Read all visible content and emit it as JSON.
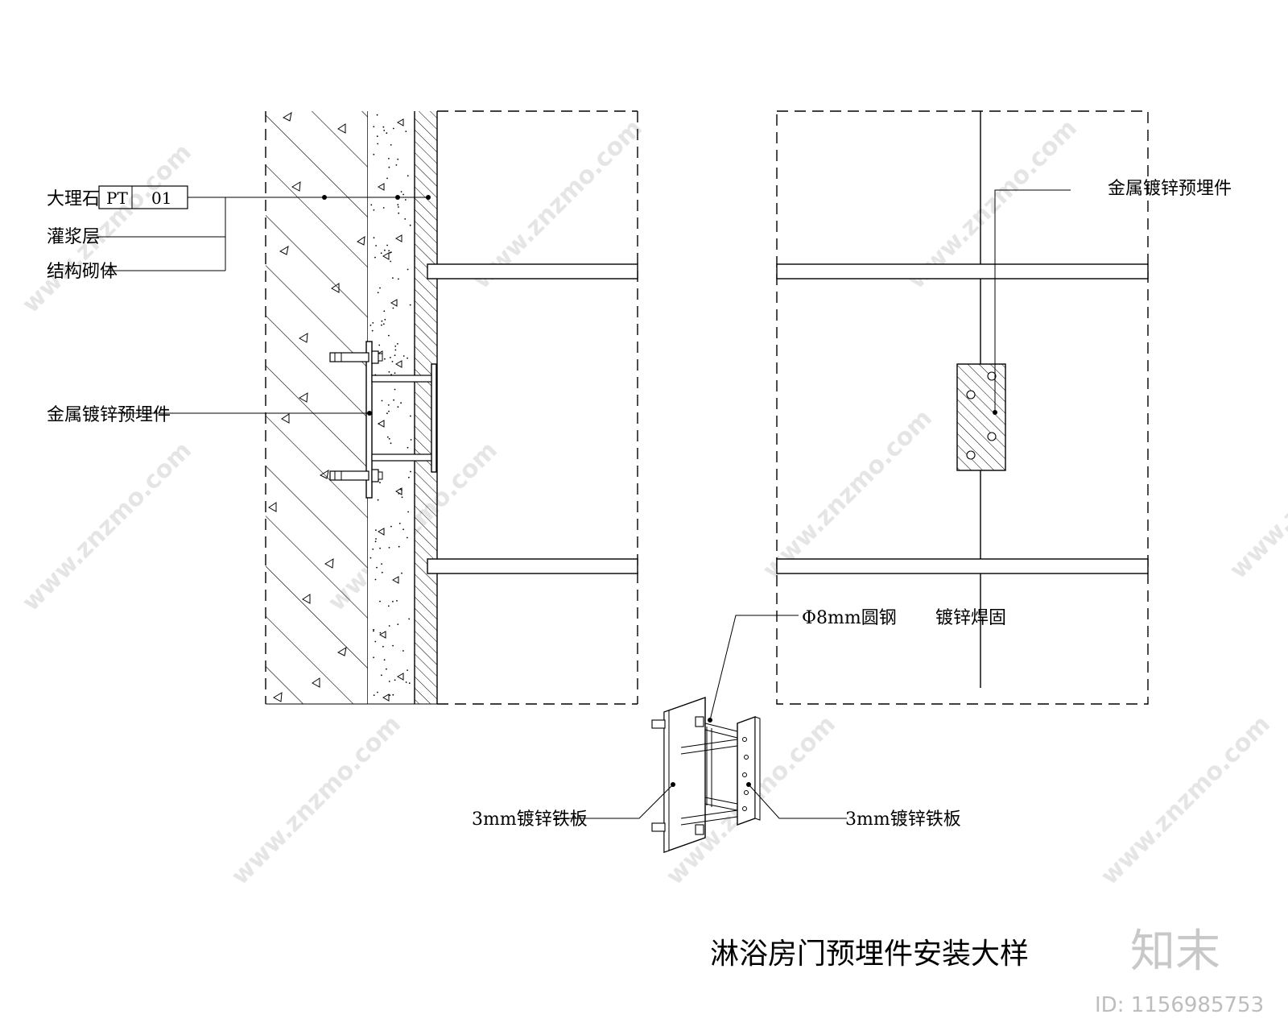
{
  "watermark": {
    "site": "www.znzmo.com"
  },
  "left_section": {
    "callouts": {
      "marble": "大理石",
      "tag_code": "PT",
      "tag_num": "01",
      "grout": "灌浆层",
      "masonry": "结构砌体",
      "embed": "金属镀锌预埋件"
    }
  },
  "right_section": {
    "callouts": {
      "embed": "金属镀锌预埋件",
      "rod": "Φ8mm圆钢",
      "weld": "镀锌焊固"
    }
  },
  "detail_3d": {
    "callouts": {
      "left_plate": "3mm镀锌铁板",
      "right_plate": "3mm镀锌铁板"
    }
  },
  "title": "淋浴房门预埋件安装大样",
  "brand": {
    "logo": "知末",
    "id": "ID: 1156985753"
  }
}
